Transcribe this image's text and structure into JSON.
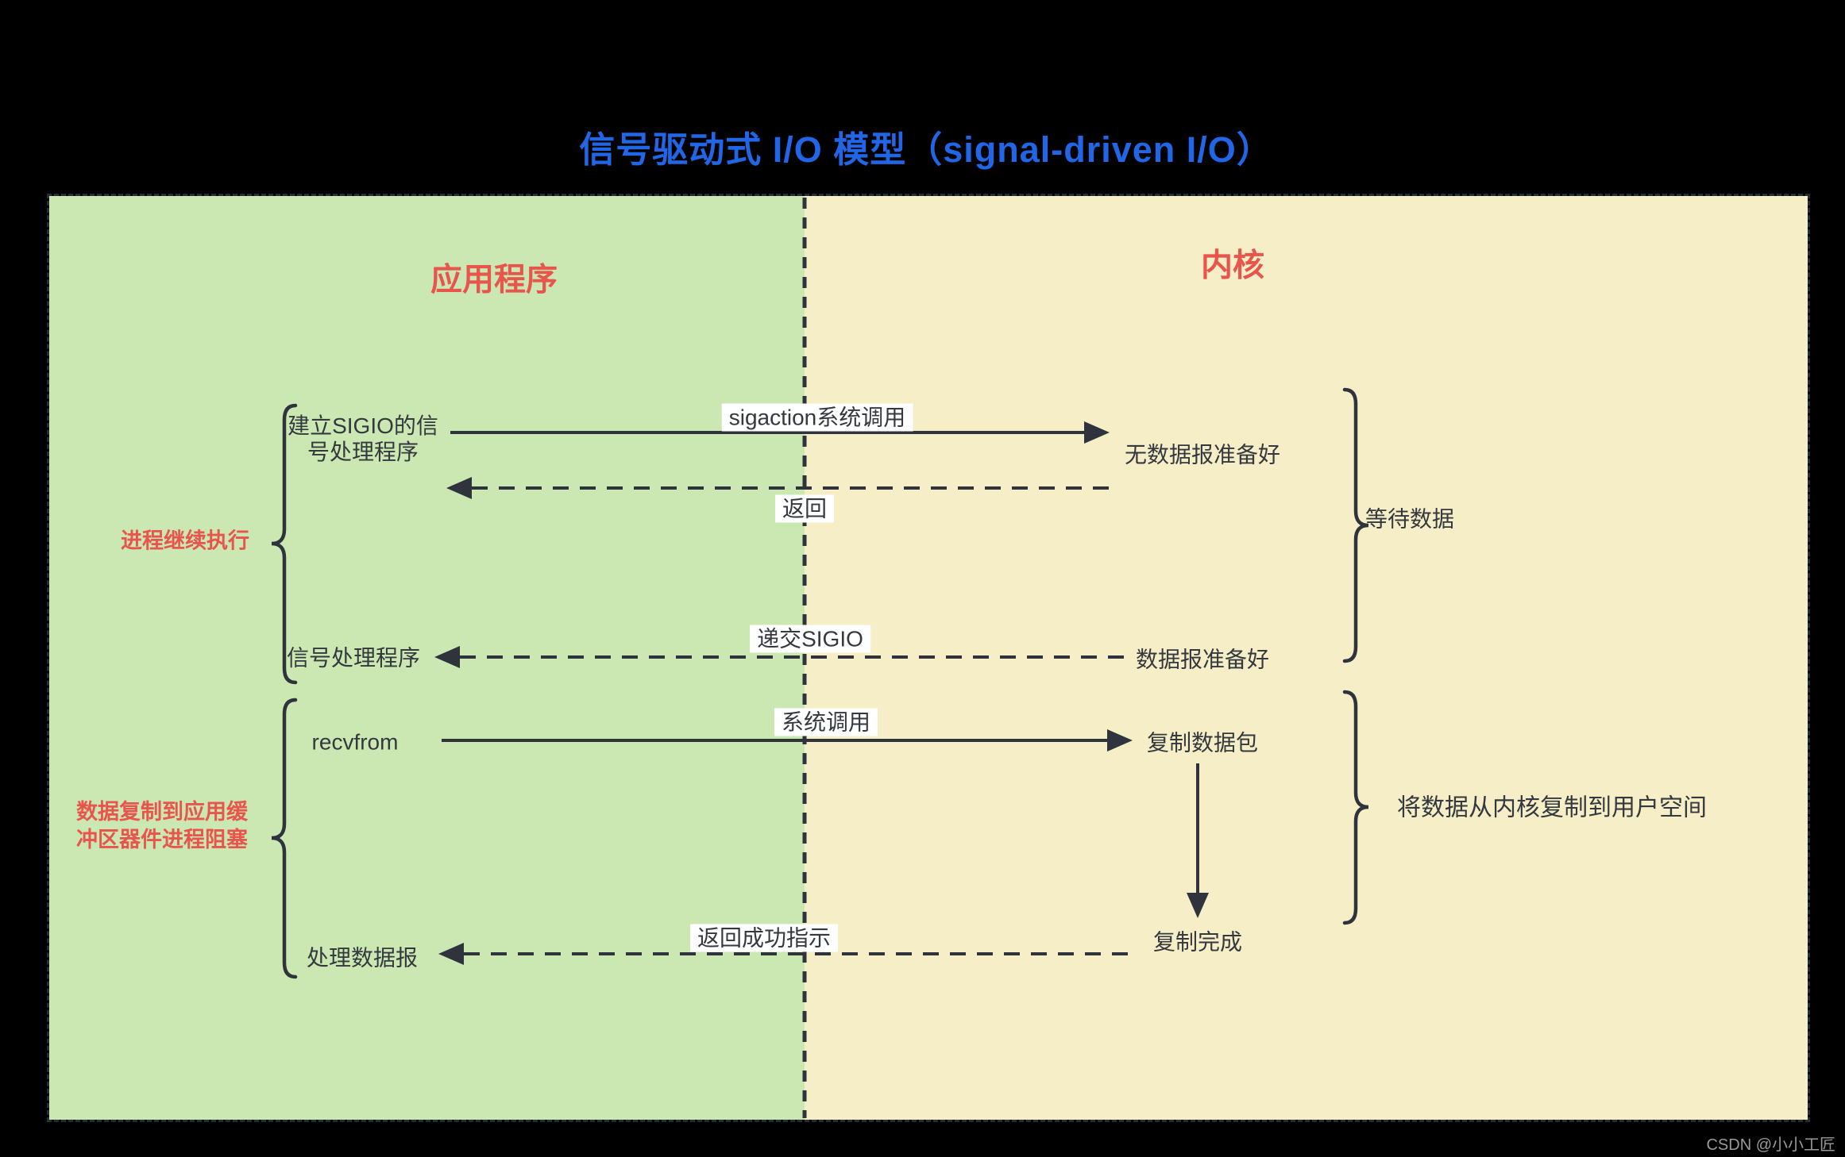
{
  "title": "信号驱动式 I/O 模型（signal-driven I/O）",
  "watermark": "CSDN @小小工匠",
  "colors": {
    "background": "#000000",
    "title_blue": "#2166e6",
    "app_panel_green": "#cbe8b2",
    "kernel_panel_yellow": "#f5eec6",
    "accent_red": "#e8554d",
    "stroke_dark": "#2f343c",
    "label_background": "#ffffff",
    "watermark_gray": "#9a9a9a"
  },
  "panels": {
    "application": {
      "header": "应用程序"
    },
    "kernel": {
      "header": "内核"
    }
  },
  "application_nodes": {
    "setup_sigio_line1": "建立SIGIO的信",
    "setup_sigio_line2": "号处理程序",
    "signal_handler": "信号处理程序",
    "recvfrom": "recvfrom",
    "process_datagram": "处理数据报"
  },
  "kernel_nodes": {
    "no_datagram_ready": "无数据报准备好",
    "datagram_ready": "数据报准备好",
    "copy_datagram": "复制数据包",
    "copy_complete": "复制完成"
  },
  "arrow_labels": {
    "sigaction_call": "sigaction系统调用",
    "return": "返回",
    "deliver_sigio": "递交SIGIO",
    "system_call": "系统调用",
    "return_success": "返回成功指示"
  },
  "annotations": {
    "process_continues": "进程继续执行",
    "copy_block_line1": "数据复制到应用缓",
    "copy_block_line2": "冲区器件进程阻塞",
    "wait_for_data": "等待数据",
    "copy_kernel_to_user": "将数据从内核复制到用户空间"
  }
}
